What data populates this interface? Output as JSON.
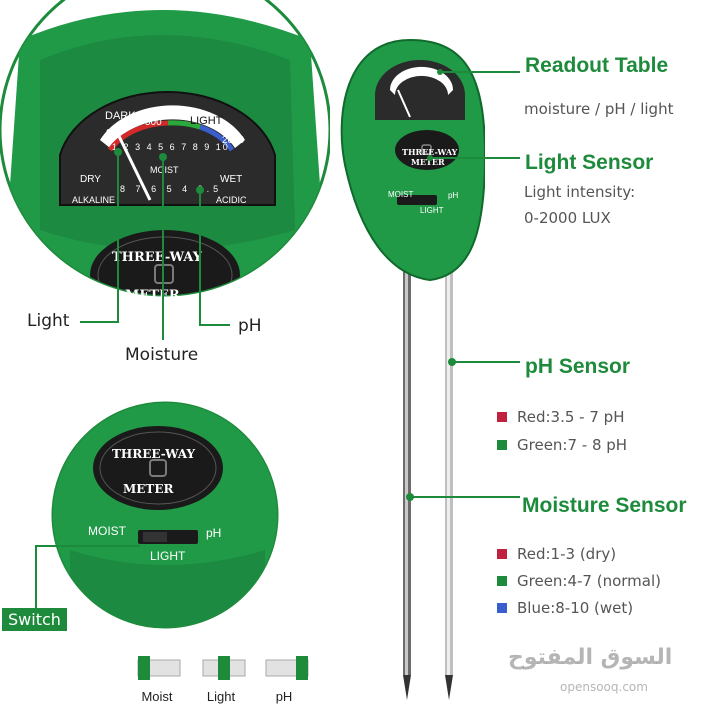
{
  "device": {
    "brand_top": "THREE-WAY",
    "brand_bottom": "METER",
    "scale_dark": "DARK",
    "scale_light": "LIGHT",
    "scale_500": "500",
    "scale_2000": "2000",
    "scale_0": "0",
    "scale_dry": "DRY",
    "scale_moist": "MOIST",
    "scale_wet": "WET",
    "scale_alkaline": "ALKALINE",
    "scale_acidic": "ACIDIC",
    "moist_numbers": [
      "1",
      "2",
      "3",
      "4",
      "5",
      "6",
      "7",
      "8",
      "9",
      "10"
    ],
    "ph_numbers": [
      "8",
      "7",
      "6",
      "5",
      "4",
      "3.5"
    ],
    "switch_moist": "MOIST",
    "switch_ph": "pH",
    "switch_light": "LIGHT"
  },
  "callouts": {
    "light": "Light",
    "moisture": "Moisture",
    "ph": "pH",
    "switch": "Switch"
  },
  "readout": {
    "title": "Readout Table",
    "desc": "moisture / pH / light"
  },
  "light_sensor": {
    "title": "Light Sensor",
    "desc_line1": "Light intensity:",
    "desc_line2": "0-2000 LUX"
  },
  "ph_sensor": {
    "title": "pH Sensor",
    "items": [
      {
        "text": "Red:3.5 - 7 pH",
        "color": "#c0213f"
      },
      {
        "text": "Green:7 - 8 pH",
        "color": "#1e8b3c"
      }
    ]
  },
  "moisture_sensor": {
    "title": "Moisture Sensor",
    "items": [
      {
        "text": "Red:1-3 (dry)",
        "color": "#c0213f"
      },
      {
        "text": "Green:4-7 (normal)",
        "color": "#1e8b3c"
      },
      {
        "text": "Blue:8-10 (wet)",
        "color": "#3a5fcd"
      }
    ]
  },
  "toggles": [
    {
      "label": "Moist"
    },
    {
      "label": "Light"
    },
    {
      "label": "pH"
    }
  ],
  "watermark": {
    "arabic": "السوق المفتوح",
    "latin": "opensooq.com"
  },
  "colors": {
    "green": "#1e8b3c",
    "device_green": "#219a48",
    "dark_green": "#0f6a2c"
  }
}
